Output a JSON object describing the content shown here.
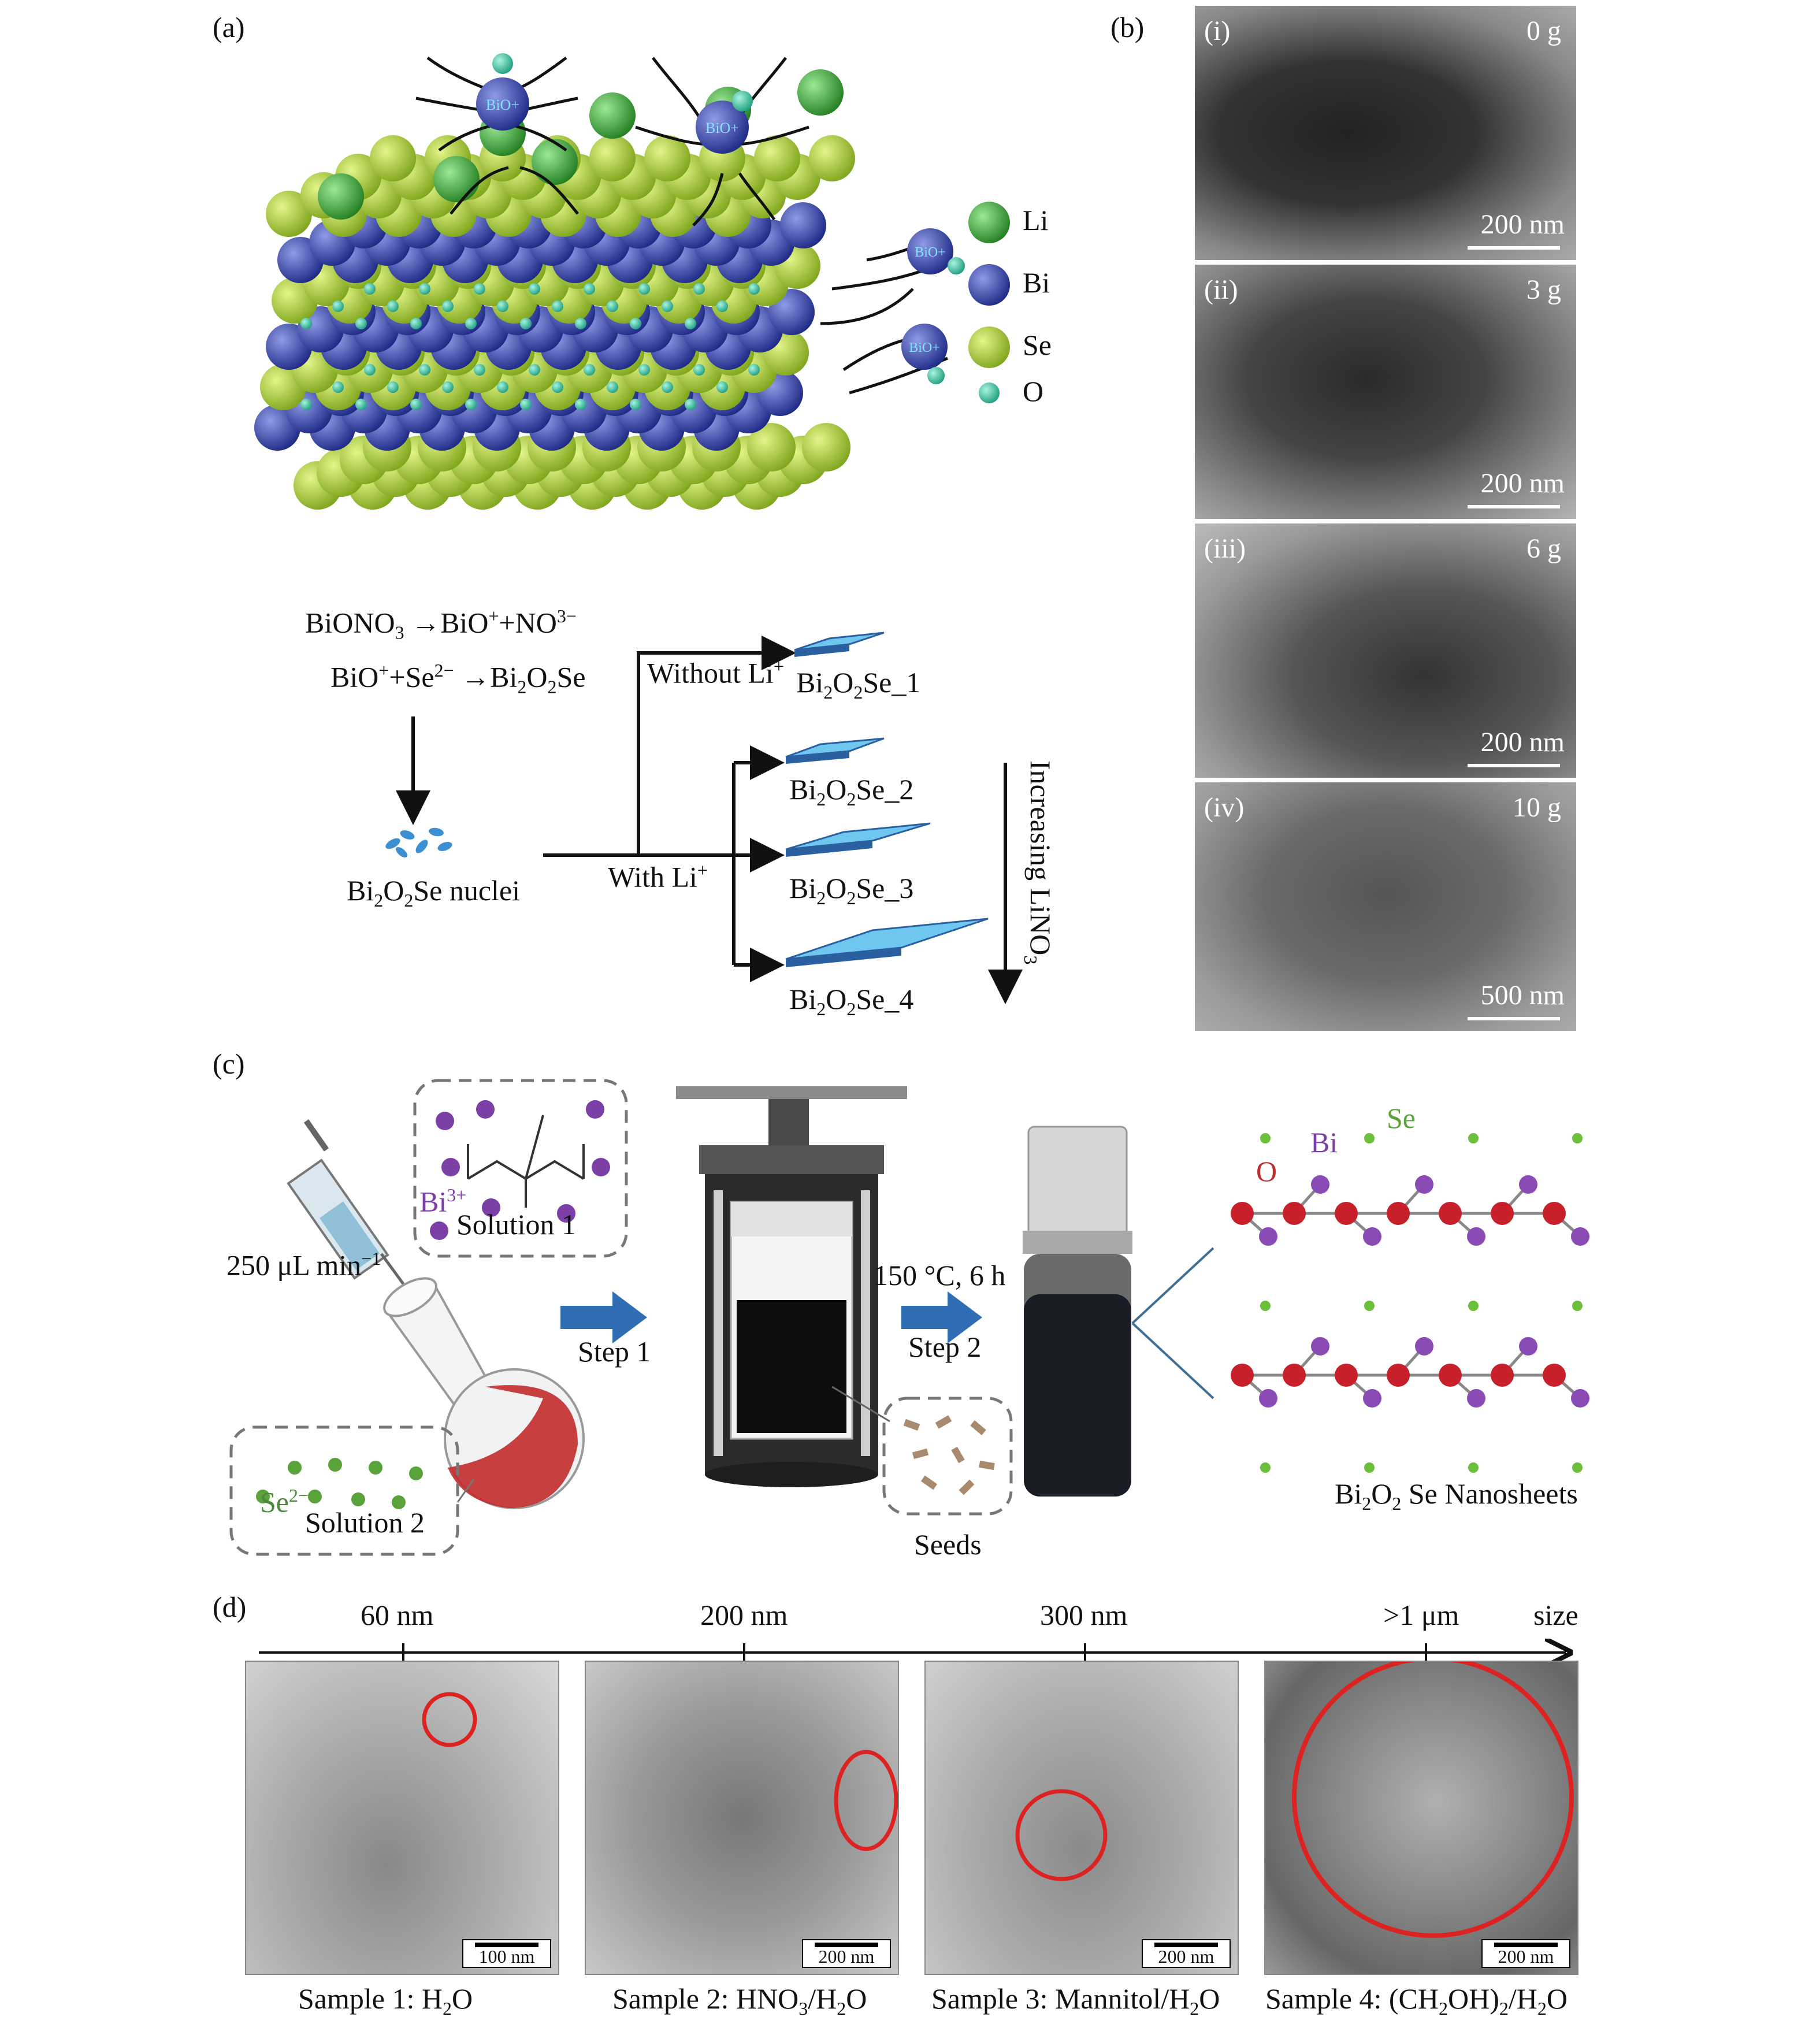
{
  "panel_labels": {
    "a": "(a)",
    "b": "(b)",
    "c": "(c)",
    "d": "(d)"
  },
  "panel_a": {
    "bio_ion": "BiO+",
    "legend": [
      {
        "label": "Li",
        "color": "#3fae3a"
      },
      {
        "label": "Bi",
        "color": "#2e3fa0"
      },
      {
        "label": "Se",
        "color": "#a6cc2e"
      },
      {
        "label": "O",
        "color": "#3cc7a5"
      }
    ],
    "eq1": {
      "a": "BiONO",
      "b": "3",
      "c": " →BiO",
      "d": "+",
      "e": "+NO",
      "f": "3−"
    },
    "eq2": {
      "a": "BiO",
      "b": "+",
      "c": "+Se",
      "d": "2−",
      "e": " →Bi",
      "f": "2",
      "g": "O",
      "h": "2",
      "i": "Se"
    },
    "nuclei": {
      "a": "Bi",
      "b": "2",
      "c": "O",
      "d": "2",
      "e": "Se nuclei"
    },
    "without_li": {
      "a": "Without Li",
      "b": "+"
    },
    "with_li": {
      "a": "With Li",
      "b": "+"
    },
    "products": [
      {
        "a": "Bi",
        "b": "2",
        "c": "O",
        "d": "2",
        "e": "Se_1"
      },
      {
        "a": "Bi",
        "b": "2",
        "c": "O",
        "d": "2",
        "e": "Se_2"
      },
      {
        "a": "Bi",
        "b": "2",
        "c": "O",
        "d": "2",
        "e": "Se_3"
      },
      {
        "a": "Bi",
        "b": "2",
        "c": "O",
        "d": "2",
        "e": "Se_4"
      }
    ],
    "increasing": {
      "a": "Increasing LiNO",
      "b": "3"
    }
  },
  "panel_b": [
    {
      "id": "(i)",
      "amount": "0 g",
      "scale": "200 nm"
    },
    {
      "id": "(ii)",
      "amount": "3 g",
      "scale": "200 nm"
    },
    {
      "id": "(iii)",
      "amount": "6 g",
      "scale": "200 nm"
    },
    {
      "id": "(iv)",
      "amount": "10 g",
      "scale": "500 nm"
    }
  ],
  "panel_c": {
    "bi3": {
      "a": "Bi",
      "b": "3+"
    },
    "solution1": "Solution 1",
    "rate": {
      "a": "250 μL min",
      "b": "−1"
    },
    "se2": {
      "a": "Se",
      "b": "2−"
    },
    "solution2": "Solution 2",
    "step1": "Step 1",
    "condition": "150 °C, 6 h",
    "step2": "Step 2",
    "seeds": "Seeds",
    "atom_se": "Se",
    "atom_bi": "Bi",
    "atom_o": "O",
    "nanosheets": {
      "a": "Bi",
      "b": "2",
      "c": "O",
      "d": "2",
      "e": " Se Nanosheets"
    }
  },
  "panel_d": {
    "axis_ticks": [
      "60 nm",
      "200 nm",
      "300 nm",
      ">1 μm"
    ],
    "axis_label": "size",
    "samples": [
      {
        "scale": "100 nm",
        "cap": {
          "a": "Sample 1: H",
          "b": "2",
          "c": "O"
        }
      },
      {
        "scale": "200 nm",
        "cap": {
          "a": "Sample 2: HNO",
          "b": "3",
          "c": "/H",
          "d": "2",
          "e": "O"
        }
      },
      {
        "scale": "200 nm",
        "cap": {
          "a": "Sample 3: Mannitol/H",
          "b": "2",
          "c": "O"
        }
      },
      {
        "scale": "200 nm",
        "cap": {
          "a": "Sample 4: (CH",
          "b": "2",
          "c": "OH)",
          "d": "2",
          "e": "/H",
          "f": "2",
          "g": "O"
        }
      }
    ]
  }
}
